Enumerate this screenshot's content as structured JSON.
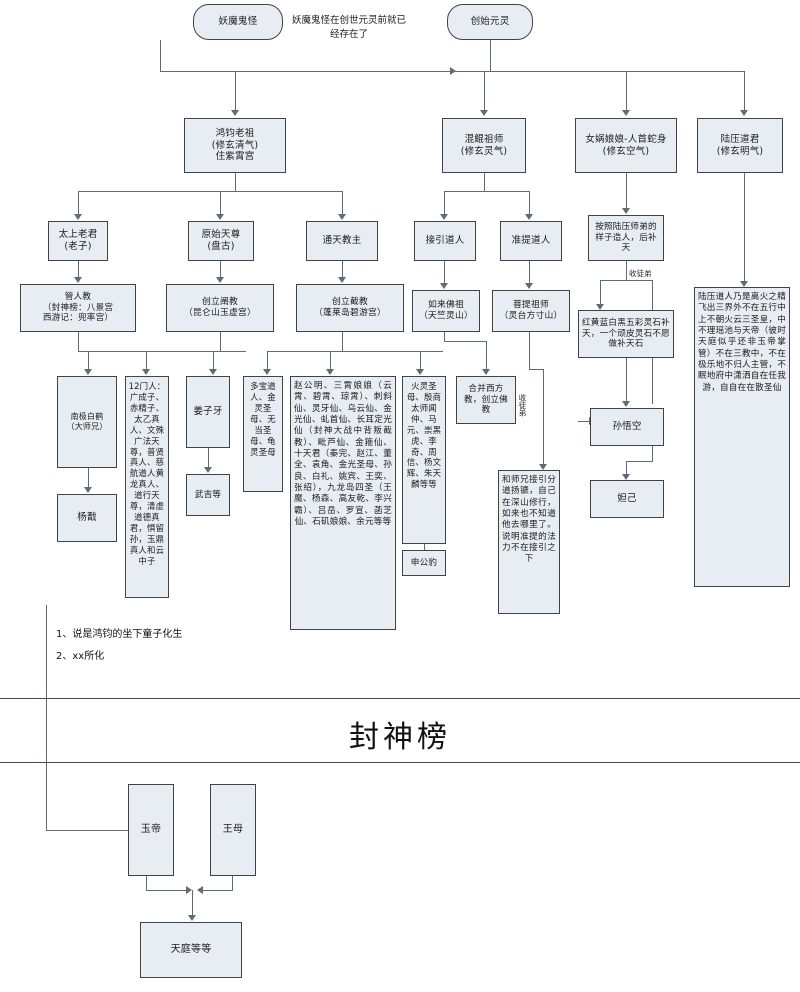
{
  "diagram": {
    "title": "封神榜",
    "edge_labels": {
      "yaomo_note": "妖魔鬼怪在创世元灵前就已经存在了",
      "shoututi_1": "收徒弟",
      "shoututi_2": "收徒弟"
    },
    "notes": [
      "1、说是鸿钧的坐下童子化生",
      "2、xx所化"
    ],
    "nodes": {
      "yaomo": "妖魔鬼怪",
      "chuangshi": "创始元灵",
      "hongjun": "鸿钧老祖\n(修玄清气)\n住紫霄宫",
      "hundun": "混鲲祖师\n(修玄灵气)",
      "nvwa": "女娲娘娘-人首蛇身\n(修玄空气)",
      "luya": "陆压道君\n(修玄明气)",
      "taishang": "太上老君\n(老子)",
      "yuanshi": "原始天尊\n(盘古)",
      "tongtian": "通天教主",
      "jieyin": "接引道人",
      "zhunti": "准提道人",
      "zaoren": "按照陆压师弟的样子造人，后补天",
      "renjiao": "管人教\n（封神榜：八景宫\n西游记：兜率宫）",
      "chanjiao": "创立阐教\n（昆仑山玉虚宫）",
      "jiejiao": "创立截教\n（蓬莱岛碧游宫）",
      "rulai": "如来佛祖\n（天竺灵山）",
      "puti": "菩提祖师\n（灵台方寸山）",
      "wucai": "红黄蓝白黑五彩灵石补天，一个顽皮灵石不愿做补天石",
      "luya_long": "陆压道人乃是离火之精飞出三界外不在五行中上不朝火云三圣皇，中不理瑶池与天帝（彼时天庭似乎还非玉帝掌管）不在三教中，不在极乐地不归人主管，不眠地府中潇洒自在任我游，自自在在散圣仙",
      "nanji": "南极白鹤\n（大师兄）",
      "yangjian": "杨戬",
      "shieryi": "12门人：广成子、赤精子、太乙真人、文殊广法天尊，普贤真人、慈航道人黄龙真人、道行天尊，清虚道德真君，惧留孙，玉鼎真人和云中子",
      "jiangziya": "姜子牙",
      "wuji": "武吉等",
      "duobao": "多宝道人、金灵圣母、无当圣母、龟灵圣母",
      "zhaogongming": "赵公明、三霄娘娘（云霄、碧霄、琼霄）、刺斜仙、灵牙仙、乌云仙、金光仙、虬首仙、长耳定光仙（封神大战中背叛截教）、毗芦仙、金箍仙、十天君（秦完、赵江、董全、袁角、金光圣母、孙良、白礼、姚宾、王奕、张绍），九龙岛四圣（王魔、杨森、高友乾、李兴霸）、吕岳、罗宣、菡芝仙、石矶娘娘、余元等等",
      "huoling": "火灵圣母、殷商太师闻仲、马元、崇黑虎、李奇、周信、杨文辉、朱天麟等等",
      "shengongbao": "申公豹",
      "hebing": "合并西方教，创立佛教",
      "zhunti_note": "和师兄接引分道扬镳，自己在深山修行，如来也不知道他去哪里了。说明准提的法力不在接引之下",
      "sunwukong": "孙悟空",
      "daji": "妲己",
      "yudi": "玉帝",
      "wangmu": "王母",
      "tianting": "天庭等等"
    }
  }
}
